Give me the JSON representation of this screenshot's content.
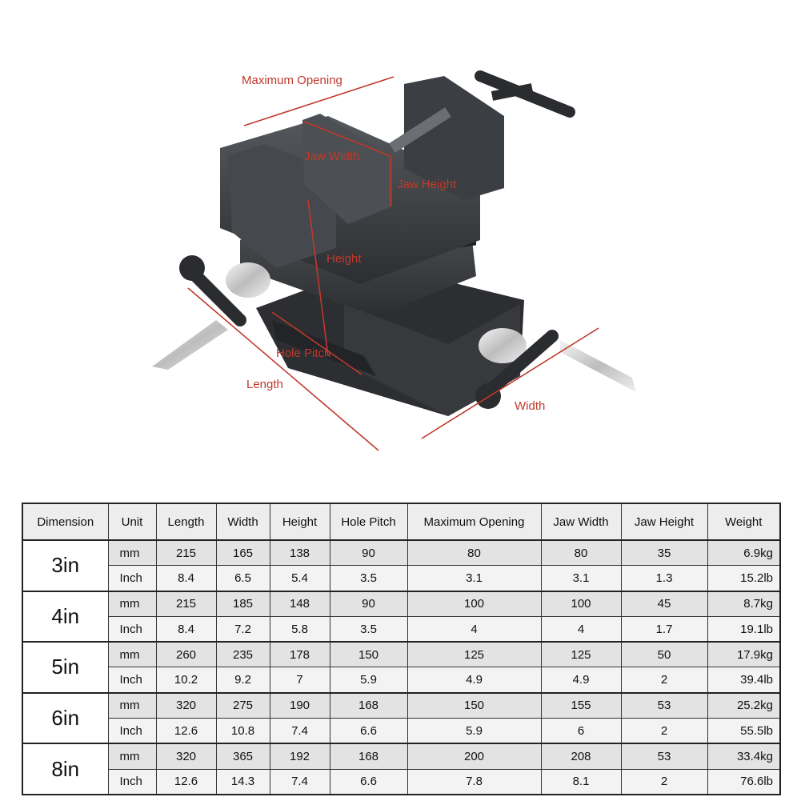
{
  "labels": {
    "max_opening": "Maximum Opening",
    "jaw_width": "Jaw Width",
    "jaw_height": "Jaw Height",
    "height": "Height",
    "hole_pitch": "Hole Pitch",
    "length": "Length",
    "width": "Width"
  },
  "colors": {
    "callout": "#c0392b",
    "vise_body": "#3d3f42",
    "vise_dark": "#24262a",
    "chrome": "#d9d9d9",
    "row_mm": "#e3e3e3",
    "row_inch": "#f3f3f3",
    "header": "#ededed"
  },
  "table": {
    "headers": [
      "Dimension",
      "Unit",
      "Length",
      "Width",
      "Height",
      "Hole Pitch",
      "Maximum Opening",
      "Jaw Width",
      "Jaw Height",
      "Weight"
    ],
    "groups": [
      {
        "size": "3in",
        "rows": [
          {
            "unit": "mm",
            "length": "215",
            "width": "165",
            "height": "138",
            "hole_pitch": "90",
            "max_opening": "80",
            "jaw_width": "80",
            "jaw_height": "35",
            "weight": "6.9kg"
          },
          {
            "unit": "Inch",
            "length": "8.4",
            "width": "6.5",
            "height": "5.4",
            "hole_pitch": "3.5",
            "max_opening": "3.1",
            "jaw_width": "3.1",
            "jaw_height": "1.3",
            "weight": "15.2lb"
          }
        ]
      },
      {
        "size": "4in",
        "rows": [
          {
            "unit": "mm",
            "length": "215",
            "width": "185",
            "height": "148",
            "hole_pitch": "90",
            "max_opening": "100",
            "jaw_width": "100",
            "jaw_height": "45",
            "weight": "8.7kg"
          },
          {
            "unit": "Inch",
            "length": "8.4",
            "width": "7.2",
            "height": "5.8",
            "hole_pitch": "3.5",
            "max_opening": "4",
            "jaw_width": "4",
            "jaw_height": "1.7",
            "weight": "19.1lb"
          }
        ]
      },
      {
        "size": "5in",
        "rows": [
          {
            "unit": "mm",
            "length": "260",
            "width": "235",
            "height": "178",
            "hole_pitch": "150",
            "max_opening": "125",
            "jaw_width": "125",
            "jaw_height": "50",
            "weight": "17.9kg"
          },
          {
            "unit": "Inch",
            "length": "10.2",
            "width": "9.2",
            "height": "7",
            "hole_pitch": "5.9",
            "max_opening": "4.9",
            "jaw_width": "4.9",
            "jaw_height": "2",
            "weight": "39.4lb"
          }
        ]
      },
      {
        "size": "6in",
        "rows": [
          {
            "unit": "mm",
            "length": "320",
            "width": "275",
            "height": "190",
            "hole_pitch": "168",
            "max_opening": "150",
            "jaw_width": "155",
            "jaw_height": "53",
            "weight": "25.2kg"
          },
          {
            "unit": "Inch",
            "length": "12.6",
            "width": "10.8",
            "height": "7.4",
            "hole_pitch": "6.6",
            "max_opening": "5.9",
            "jaw_width": "6",
            "jaw_height": "2",
            "weight": "55.5lb"
          }
        ]
      },
      {
        "size": "8in",
        "rows": [
          {
            "unit": "mm",
            "length": "320",
            "width": "365",
            "height": "192",
            "hole_pitch": "168",
            "max_opening": "200",
            "jaw_width": "208",
            "jaw_height": "53",
            "weight": "33.4kg"
          },
          {
            "unit": "Inch",
            "length": "12.6",
            "width": "14.3",
            "height": "7.4",
            "hole_pitch": "6.6",
            "max_opening": "7.8",
            "jaw_width": "8.1",
            "jaw_height": "2",
            "weight": "76.6lb"
          }
        ]
      }
    ]
  }
}
